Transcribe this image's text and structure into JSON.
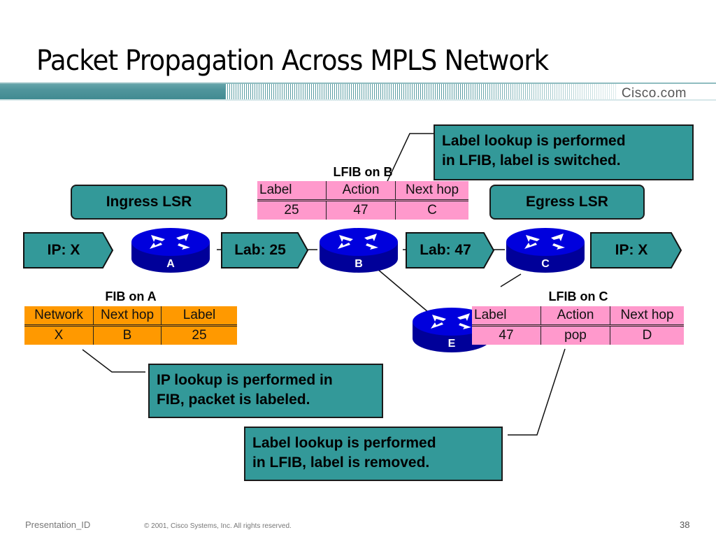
{
  "slide": {
    "title": "Packet Propagation Across MPLS Network",
    "brand": "Cisco.com"
  },
  "colors": {
    "teal": "#339999",
    "router_blue": "#0000cc",
    "lfib_pink": "#ff99cc",
    "fib_orange": "#ff9900"
  },
  "labels": {
    "ingress": "Ingress LSR",
    "egress": "Egress LSR"
  },
  "packets": [
    {
      "text": "IP: X"
    },
    {
      "text": "Lab: 25"
    },
    {
      "text": "Lab: 47"
    },
    {
      "text": "IP: X"
    }
  ],
  "routers": [
    {
      "name": "A",
      "icon": "router-icon"
    },
    {
      "name": "B",
      "icon": "router-icon"
    },
    {
      "name": "C",
      "icon": "router-icon"
    },
    {
      "name": "E",
      "icon": "router-icon"
    }
  ],
  "lfib_b": {
    "title": "LFIB on B",
    "headers": [
      "Label",
      "Action",
      "Next hop"
    ],
    "row": [
      "25",
      "47",
      "C"
    ]
  },
  "fib_a": {
    "title": "FIB on A",
    "headers": [
      "Network",
      "Next hop",
      "Label"
    ],
    "row": [
      "X",
      "B",
      "25"
    ]
  },
  "lfib_c": {
    "title": "LFIB on C",
    "headers": [
      "Label",
      "Action",
      "Next hop"
    ],
    "row": [
      "47",
      "pop",
      "D"
    ]
  },
  "callouts": {
    "switched_line1": "Label lookup is performed",
    "switched_line2": "in LFIB, label is switched.",
    "labeled_line1": "IP lookup is performed in",
    "labeled_line2": "FIB, packet is labeled.",
    "removed_line1": "Label lookup is performed",
    "removed_line2": "in LFIB, label is removed."
  },
  "footer": {
    "presentation_id": "Presentation_ID",
    "copyright": "© 2001, Cisco Systems, Inc. All rights reserved.",
    "page": "38"
  }
}
